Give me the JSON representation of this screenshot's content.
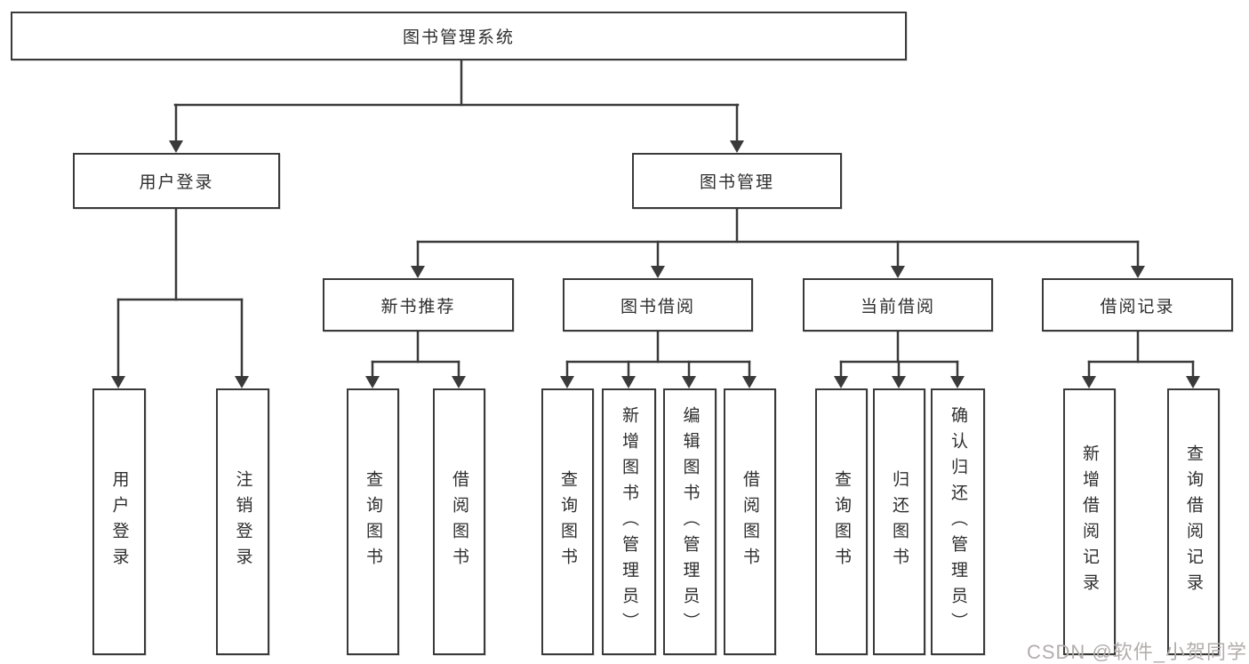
{
  "colors": {
    "line": "#3a3a3a",
    "text": "#2e2e2e",
    "box_bg": "#ffffff",
    "page_bg": "#ffffff",
    "watermark": "#b3adac"
  },
  "tree": {
    "root": "图书管理系统",
    "user_login": {
      "label": "用户登录",
      "children": [
        "用户登录",
        "注销登录"
      ]
    },
    "book_mgmt": {
      "label": "图书管理",
      "groups": [
        {
          "label": "新书推荐",
          "children": [
            "查询图书",
            "借阅图书"
          ]
        },
        {
          "label": "图书借阅",
          "children": [
            "查询图书",
            "新增图书（管理员）",
            "编辑图书（管理员）",
            "借阅图书"
          ]
        },
        {
          "label": "当前借阅",
          "children": [
            "查询图书",
            "归还图书",
            "确认归还（管理员）"
          ]
        },
        {
          "label": "借阅记录",
          "children": [
            "新增借阅记录",
            "查询借阅记录"
          ]
        }
      ]
    }
  },
  "watermark": {
    "text": "CSDN @软件_小贺同学"
  }
}
